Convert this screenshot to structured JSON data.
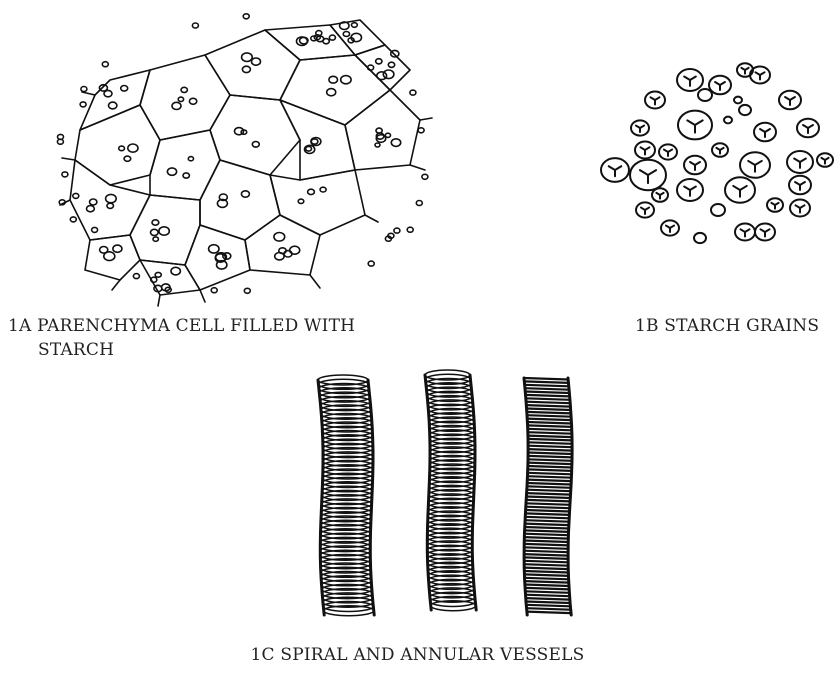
{
  "figure": {
    "panels": [
      {
        "id": "1A",
        "caption_line1": "1A PARENCHYMA CELL FILLED WITH",
        "caption_line2": "STARCH"
      },
      {
        "id": "1B",
        "caption": "1B STARCH GRAINS"
      },
      {
        "id": "1C",
        "caption": "1C SPIRAL AND ANNULAR VESSELS"
      }
    ],
    "ink_color": "#111111"
  }
}
